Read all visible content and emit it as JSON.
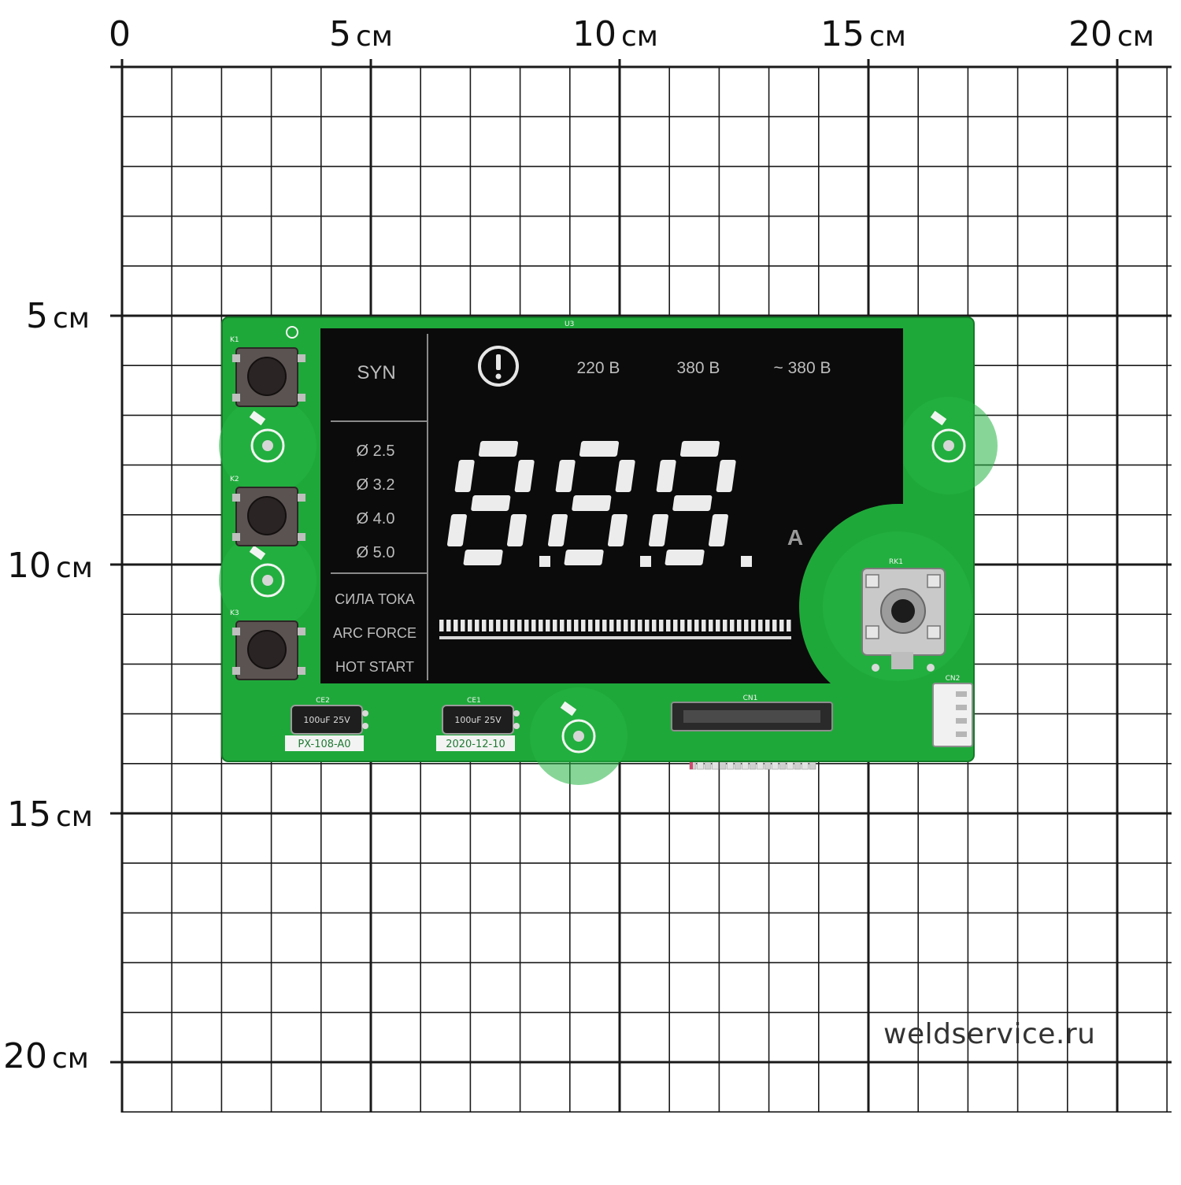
{
  "axis": {
    "unit": "см",
    "top": [
      "0",
      "5",
      "10",
      "15",
      "20"
    ],
    "left": [
      "5",
      "10",
      "15",
      "20"
    ]
  },
  "board": {
    "lcd": {
      "top_label": "U3",
      "mode": "SYN",
      "warning_icon": "exclamation-circle-icon",
      "voltages": [
        "220 В",
        "380 В",
        "~ 380 В"
      ],
      "electrodes": [
        "Ø 2.5",
        "Ø 3.2",
        "Ø 4.0",
        "Ø 5.0"
      ],
      "params": [
        "СИЛА ТОКА",
        "ARC FORCE",
        "HOT START"
      ],
      "digits": "8.8.8.",
      "unit": "A"
    },
    "buttons": [
      "K1",
      "K2",
      "K3"
    ],
    "capacitors": [
      {
        "ref": "CE2",
        "text": "100uF  25V"
      },
      {
        "ref": "CE1",
        "text": "100uF  25V"
      }
    ],
    "silkscreen": [
      "PX-108-A0",
      "2020-12-10"
    ],
    "connectors": [
      "CN1",
      "CN2"
    ],
    "encoder": "RK1",
    "mount_icons": [
      "screw-mount-icon",
      "screw-mount-icon",
      "screw-mount-icon",
      "screw-mount-icon"
    ]
  },
  "watermark": "weldservice.ru",
  "colors": {
    "pcb": "#1fa83a",
    "lcd": "#0b0b0b",
    "grid": "#1a1a1a"
  }
}
